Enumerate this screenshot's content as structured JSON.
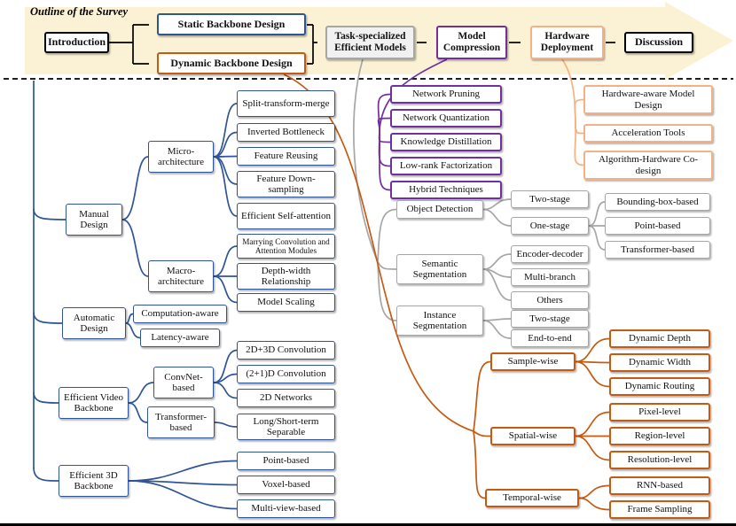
{
  "title": "Outline of the Survey",
  "flow": {
    "introduction": "Introduction",
    "static_backbone": "Static Backbone Design",
    "dynamic_backbone": "Dynamic Backbone Design",
    "task_models": "Task-specialized Efficient Models",
    "model_compression": "Model Compression",
    "hardware_deployment": "Hardware Deployment",
    "discussion": "Discussion"
  },
  "trees": {
    "static": {
      "manual": "Manual Design",
      "micro": "Micro-architecture",
      "micro_children": [
        "Split-transform-merge",
        "Inverted Bottleneck",
        "Feature Reusing",
        "Feature Down-sampling",
        "Efficient Self-attention"
      ],
      "macro": "Macro-architecture",
      "macro_children": [
        "Marrying Convolution and Attention Modules",
        "Depth-width Relationship",
        "Model Scaling"
      ],
      "automatic": "Automatic Design",
      "automatic_children": [
        "Computation-aware",
        "Latency-aware"
      ],
      "video": "Efficient Video Backbone",
      "convnet": "ConvNet-based",
      "convnet_children": [
        "2D+3D Convolution",
        "(2+1)D Convolution",
        "2D Networks"
      ],
      "transformer": "Transformer-based",
      "transformer_children": [
        "Long/Short-term Separable"
      ],
      "backbone3d": "Efficient 3D Backbone",
      "backbone3d_children": [
        "Point-based",
        "Voxel-based",
        "Multi-view-based"
      ]
    },
    "compression_children": [
      "Network Pruning",
      "Network Quantization",
      "Knowledge Distillation",
      "Low-rank Factorization",
      "Hybrid Techniques"
    ],
    "hardware_children": [
      "Hardware-aware Model Design",
      "Acceleration Tools",
      "Algorithm-Hardware Co-design"
    ],
    "task": {
      "object_detection": "Object Detection",
      "od_children": [
        "Two-stage",
        "One-stage"
      ],
      "onestage_children": [
        "Bounding-box-based",
        "Point-based",
        "Transformer-based"
      ],
      "semantic": "Semantic Segmentation",
      "semantic_children": [
        "Encoder-decoder",
        "Multi-branch",
        "Others"
      ],
      "instance": "Instance Segmentation",
      "instance_children": [
        "Two-stage",
        "End-to-end"
      ]
    },
    "dynamic": {
      "sample": "Sample-wise",
      "sample_children": [
        "Dynamic Depth",
        "Dynamic Width",
        "Dynamic Routing"
      ],
      "spatial": "Spatial-wise",
      "spatial_children": [
        "Pixel-level",
        "Region-level",
        "Resolution-level"
      ],
      "temporal": "Temporal-wise",
      "temporal_children": [
        "RNN-based",
        "Frame Sampling"
      ]
    }
  },
  "colors": {
    "blue": "#2F5597",
    "orange": "#C55A11",
    "purple": "#7030A0",
    "tan": "#F4B183",
    "gray": "#A6A6A6",
    "banner": "#FBF2D5"
  }
}
